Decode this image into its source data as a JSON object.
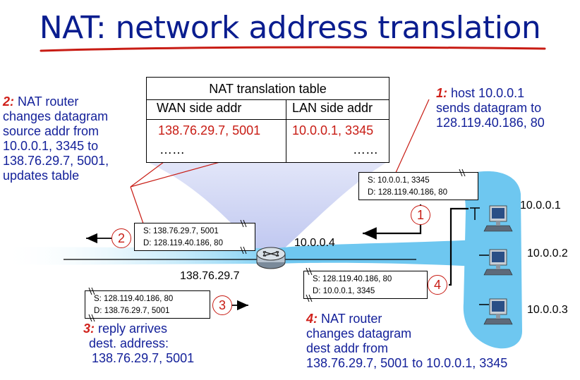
{
  "title": "NAT: network address translation",
  "table": {
    "title": "NAT translation table",
    "wan_header": "WAN side addr",
    "lan_header": "LAN side addr",
    "wan_entry": "138.76.29.7, 5001",
    "lan_entry": "10.0.0.1, 3345",
    "wan_more": "……",
    "lan_more": "……"
  },
  "notes": {
    "n1": {
      "num": "1:",
      "text": "host 10.0.0.1",
      "lines": [
        "sends datagram to",
        "128.119.40.186, 80"
      ]
    },
    "n2": {
      "num": "2:",
      "text": "NAT router",
      "lines": [
        "changes datagram",
        "source addr from",
        "10.0.0.1, 3345 to",
        "138.76.29.7, 5001,",
        "updates table"
      ]
    },
    "n3": {
      "num": "3:",
      "text": "reply arrives",
      "lines": [
        "dest. address:",
        "138.76.29.7, 5001"
      ]
    },
    "n4": {
      "num": "4:",
      "text": "NAT router",
      "lines": [
        "changes datagram",
        "dest addr from",
        "138.76.29.7, 5001 to 10.0.0.1, 3345"
      ]
    }
  },
  "packets": {
    "p1": {
      "src": "S: 10.0.0.1, 3345",
      "dst": "D: 128.119.40.186, 80"
    },
    "p2": {
      "src": "S: 138.76.29.7, 5001",
      "dst": "D: 128.119.40.186, 80"
    },
    "p3": {
      "src": "S: 128.119.40.186, 80",
      "dst": "D: 138.76.29.7, 5001"
    },
    "p4": {
      "src": "S: 128.119.40.186, 80",
      "dst": "D: 10.0.0.1, 3345"
    }
  },
  "steps": [
    "1",
    "2",
    "3",
    "4"
  ],
  "addresses": {
    "router_lan": "10.0.0.4",
    "router_wan": "138.76.29.7",
    "host1": "10.0.0.1",
    "host2": "10.0.0.2",
    "host3": "10.0.0.3"
  },
  "colors": {
    "title": "#0a1d8f",
    "note_text": "#14219a",
    "accent_red": "#c81c14",
    "network_blue": "#6ec7f0"
  }
}
